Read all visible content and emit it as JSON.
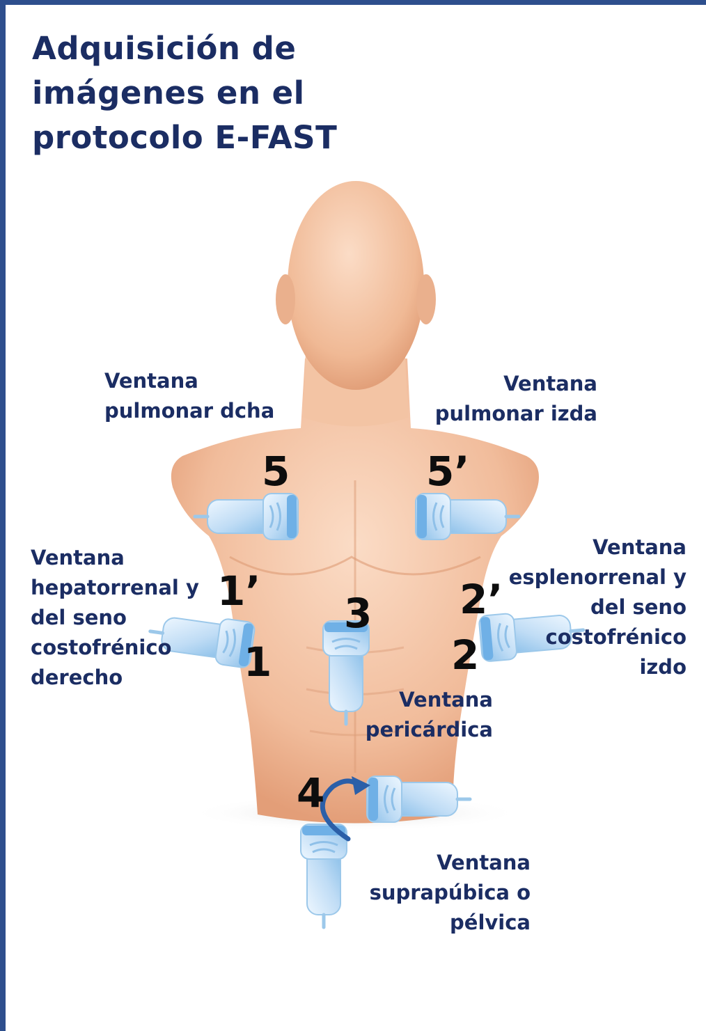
{
  "title": {
    "line1": "Adquisición de",
    "line2": "imágenes en el",
    "line3": "protocolo E-FAST"
  },
  "windows": {
    "pulmonar_dcha": {
      "line1": "Ventana",
      "line2": "pulmonar dcha",
      "number": "5"
    },
    "pulmonar_izda": {
      "line1": "Ventana",
      "line2": "pulmonar izda",
      "number": "5’"
    },
    "hepatorrenal": {
      "line1": "Ventana",
      "line2": "hepatorrenal y",
      "line3": "del seno",
      "line4": "costofrénico",
      "line5": "derecho",
      "number_upper": "1’",
      "number_lower": "1"
    },
    "esplenorrenal": {
      "line1": "Ventana",
      "line2": "esplenorrenal y",
      "line3": "del seno",
      "line4": "costofrénico",
      "line5": "izdo",
      "number_upper": "2’",
      "number_lower": "2"
    },
    "pericardica": {
      "line1": "Ventana",
      "line2": "pericárdica",
      "number": "3"
    },
    "suprapubica": {
      "line1": "Ventana",
      "line2": "suprapúbica o",
      "line3": "pélvica",
      "number": "4"
    }
  },
  "colors": {
    "frame": "#2e4f8d",
    "text": "#1b2d63",
    "skin_light": "#f8d3b8",
    "skin_dark": "#e7a67f",
    "probe_light": "#dceefc",
    "probe_dark": "#84bde9",
    "arrow": "#2b5fa8"
  }
}
